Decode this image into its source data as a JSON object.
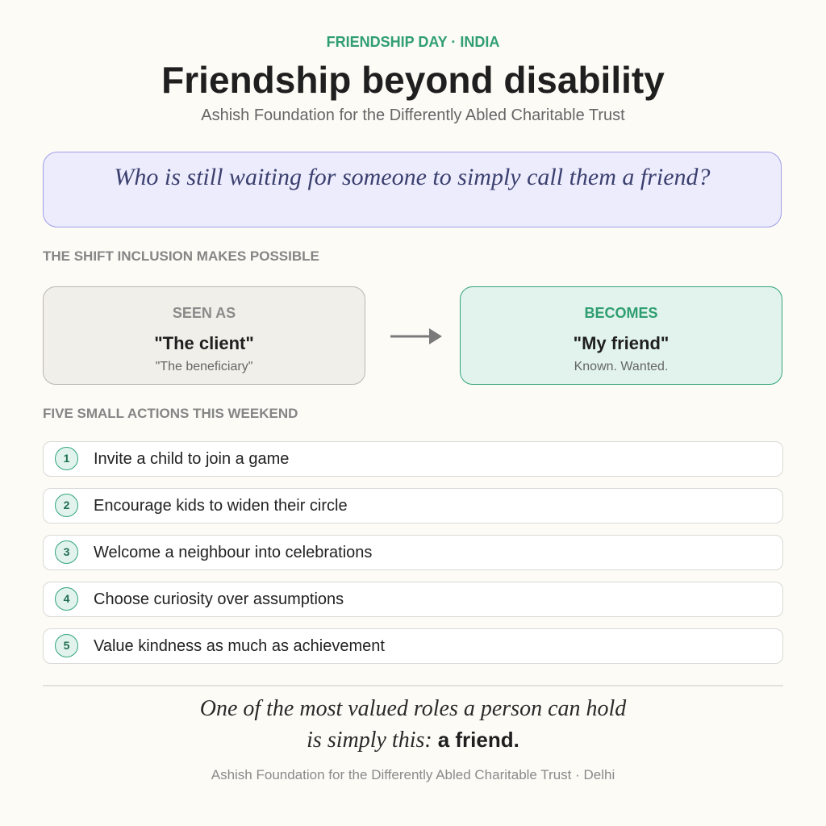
{
  "header": {
    "eyebrow": "FRIENDSHIP DAY · INDIA",
    "title": "Friendship beyond disability",
    "subtitle": "Ashish Foundation for the Differently Abled Charitable Trust"
  },
  "question": "Who is still waiting for someone to simply call them a friend?",
  "shift": {
    "label": "THE SHIFT INCLUSION MAKES POSSIBLE",
    "before": {
      "caption": "SEEN AS",
      "main": "\"The client\"",
      "sub": "\"The beneficiary\""
    },
    "after": {
      "caption": "BECOMES",
      "main": "\"My friend\"",
      "sub": "Known. Wanted."
    },
    "arrow_icon": "arrow-right-icon"
  },
  "actions": {
    "label": "FIVE SMALL ACTIONS THIS WEEKEND",
    "items": [
      {
        "num": "1",
        "text": "Invite a child to join a game"
      },
      {
        "num": "2",
        "text": "Encourage kids to widen their circle"
      },
      {
        "num": "3",
        "text": "Welcome a neighbour into celebrations"
      },
      {
        "num": "4",
        "text": "Choose curiosity over assumptions"
      },
      {
        "num": "5",
        "text": "Value kindness as much as achievement"
      }
    ]
  },
  "closing": {
    "line1": "One of the most valued roles a person can hold",
    "line2": "is simply this:",
    "emphasis": "a friend."
  },
  "footer": "Ashish Foundation for the Differently Abled Charitable Trust · Delhi",
  "colors": {
    "accent_green": "#2f9e72",
    "question_bg": "#ececfd",
    "background": "#fcfbf6"
  }
}
